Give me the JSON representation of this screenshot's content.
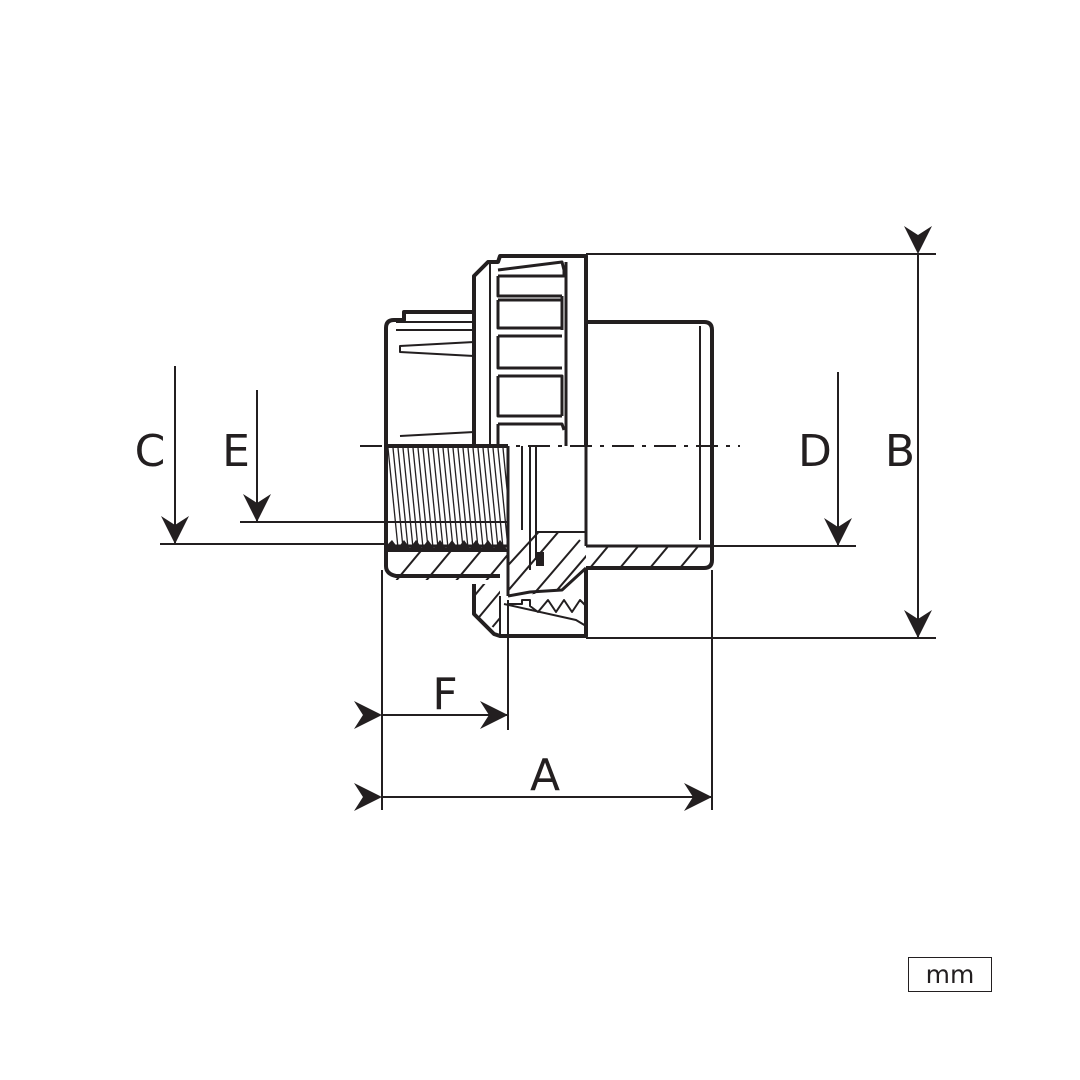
{
  "dimensions": {
    "A": "A",
    "B": "B",
    "C": "C",
    "D": "D",
    "E": "E",
    "F": "F"
  },
  "unit": "mm",
  "colors": {
    "line": "#231f20",
    "background": "#ffffff"
  }
}
